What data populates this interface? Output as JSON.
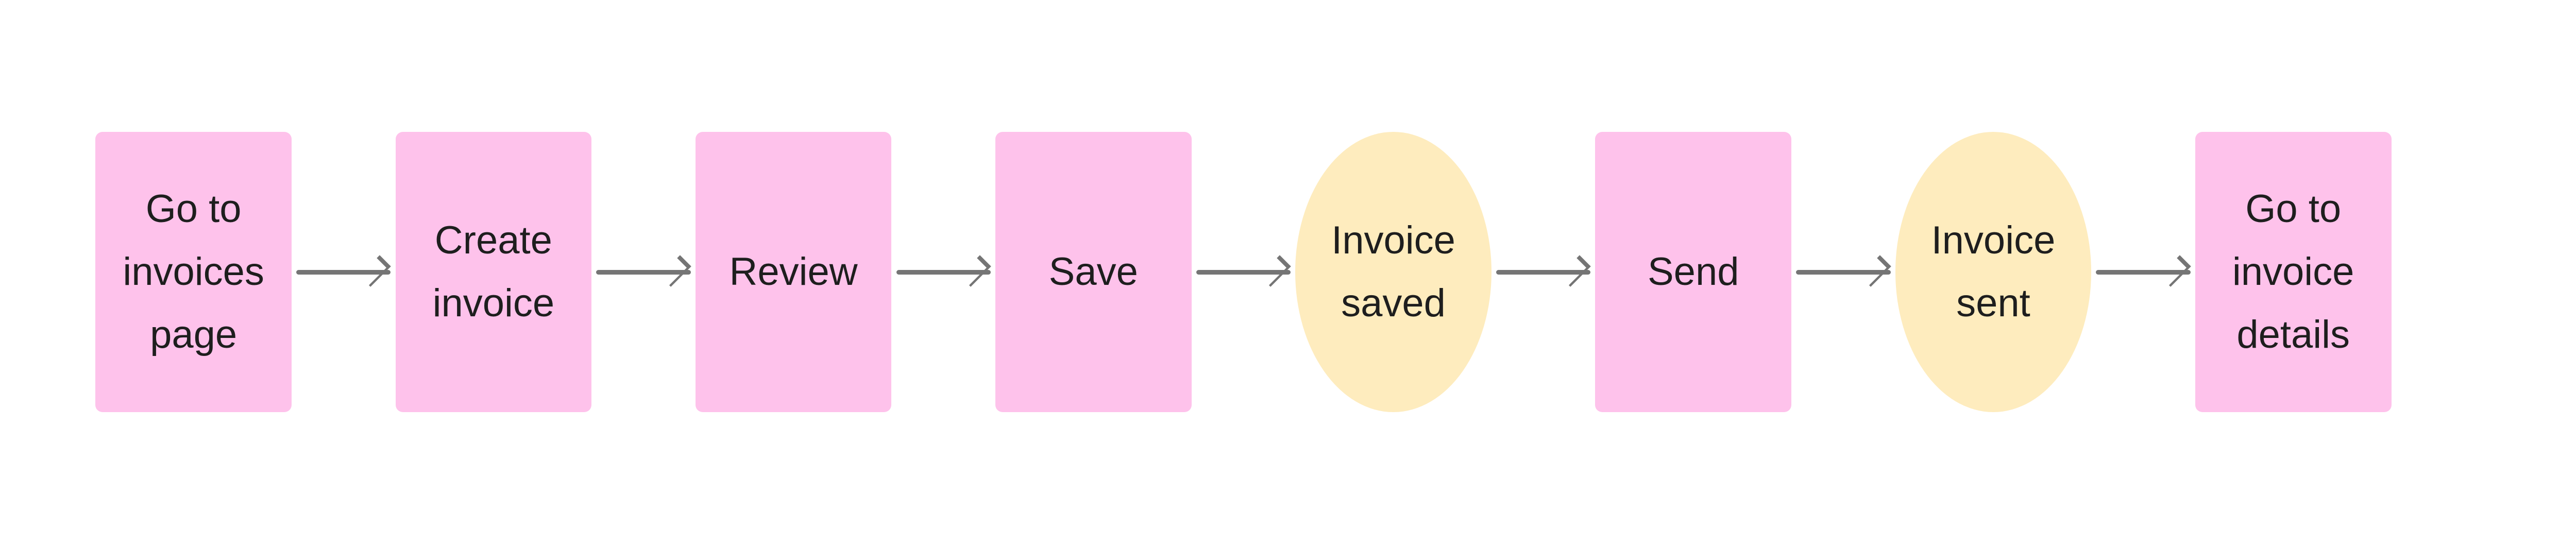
{
  "flow": {
    "nodes": [
      {
        "label": "Go to\ninvoices\npage",
        "shape": "rectangle"
      },
      {
        "label": "Create\ninvoice",
        "shape": "rectangle"
      },
      {
        "label": "Review",
        "shape": "rectangle"
      },
      {
        "label": "Save",
        "shape": "rectangle"
      },
      {
        "label": "Invoice\nsaved",
        "shape": "circle"
      },
      {
        "label": "Send",
        "shape": "rectangle"
      },
      {
        "label": "Invoice\nsent",
        "shape": "circle"
      },
      {
        "label": "Go to invoice\ndetails",
        "shape": "rectangle"
      }
    ],
    "colors": {
      "step": "#fec2eb",
      "state": "#feecbe",
      "arrow": "#757575",
      "text": "#1e1e1e"
    }
  }
}
